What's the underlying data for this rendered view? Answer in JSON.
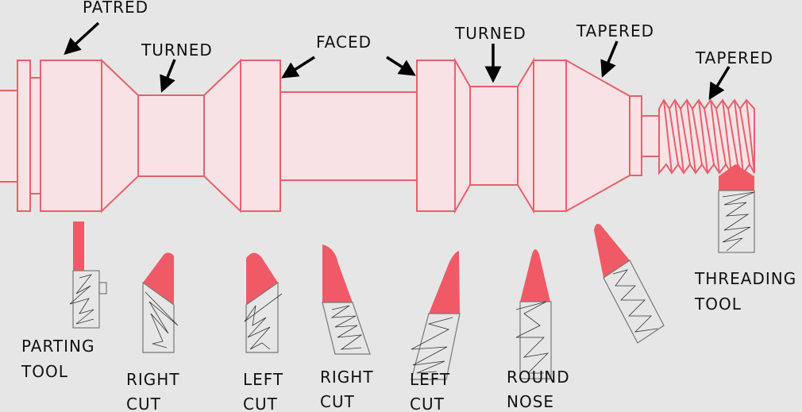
{
  "colors": {
    "background": "#e6e6e6",
    "workpiece_fill": "#f8e2e6",
    "workpiece_stroke": "#e8606a",
    "tool_tip": "#f05a66"
  },
  "operations": {
    "parted": "PATRED",
    "turned_1": "TURNED",
    "faced": "FACED",
    "turned_2": "TURNED",
    "tapered_1": "TAPERED",
    "tapered_2": "TAPERED"
  },
  "tools": {
    "parting": [
      "PARTING",
      "TOOL"
    ],
    "right_cut_1": [
      "RIGHT",
      "CUT"
    ],
    "left_cut_1": [
      "LEFT",
      "CUT"
    ],
    "right_cut_2": [
      "RIGHT",
      "CUT"
    ],
    "left_cut_2": [
      "LEFT",
      "CUT"
    ],
    "round_nose": [
      "ROUND",
      "NOSE"
    ],
    "threading": [
      "THREADING",
      "TOOL"
    ]
  }
}
